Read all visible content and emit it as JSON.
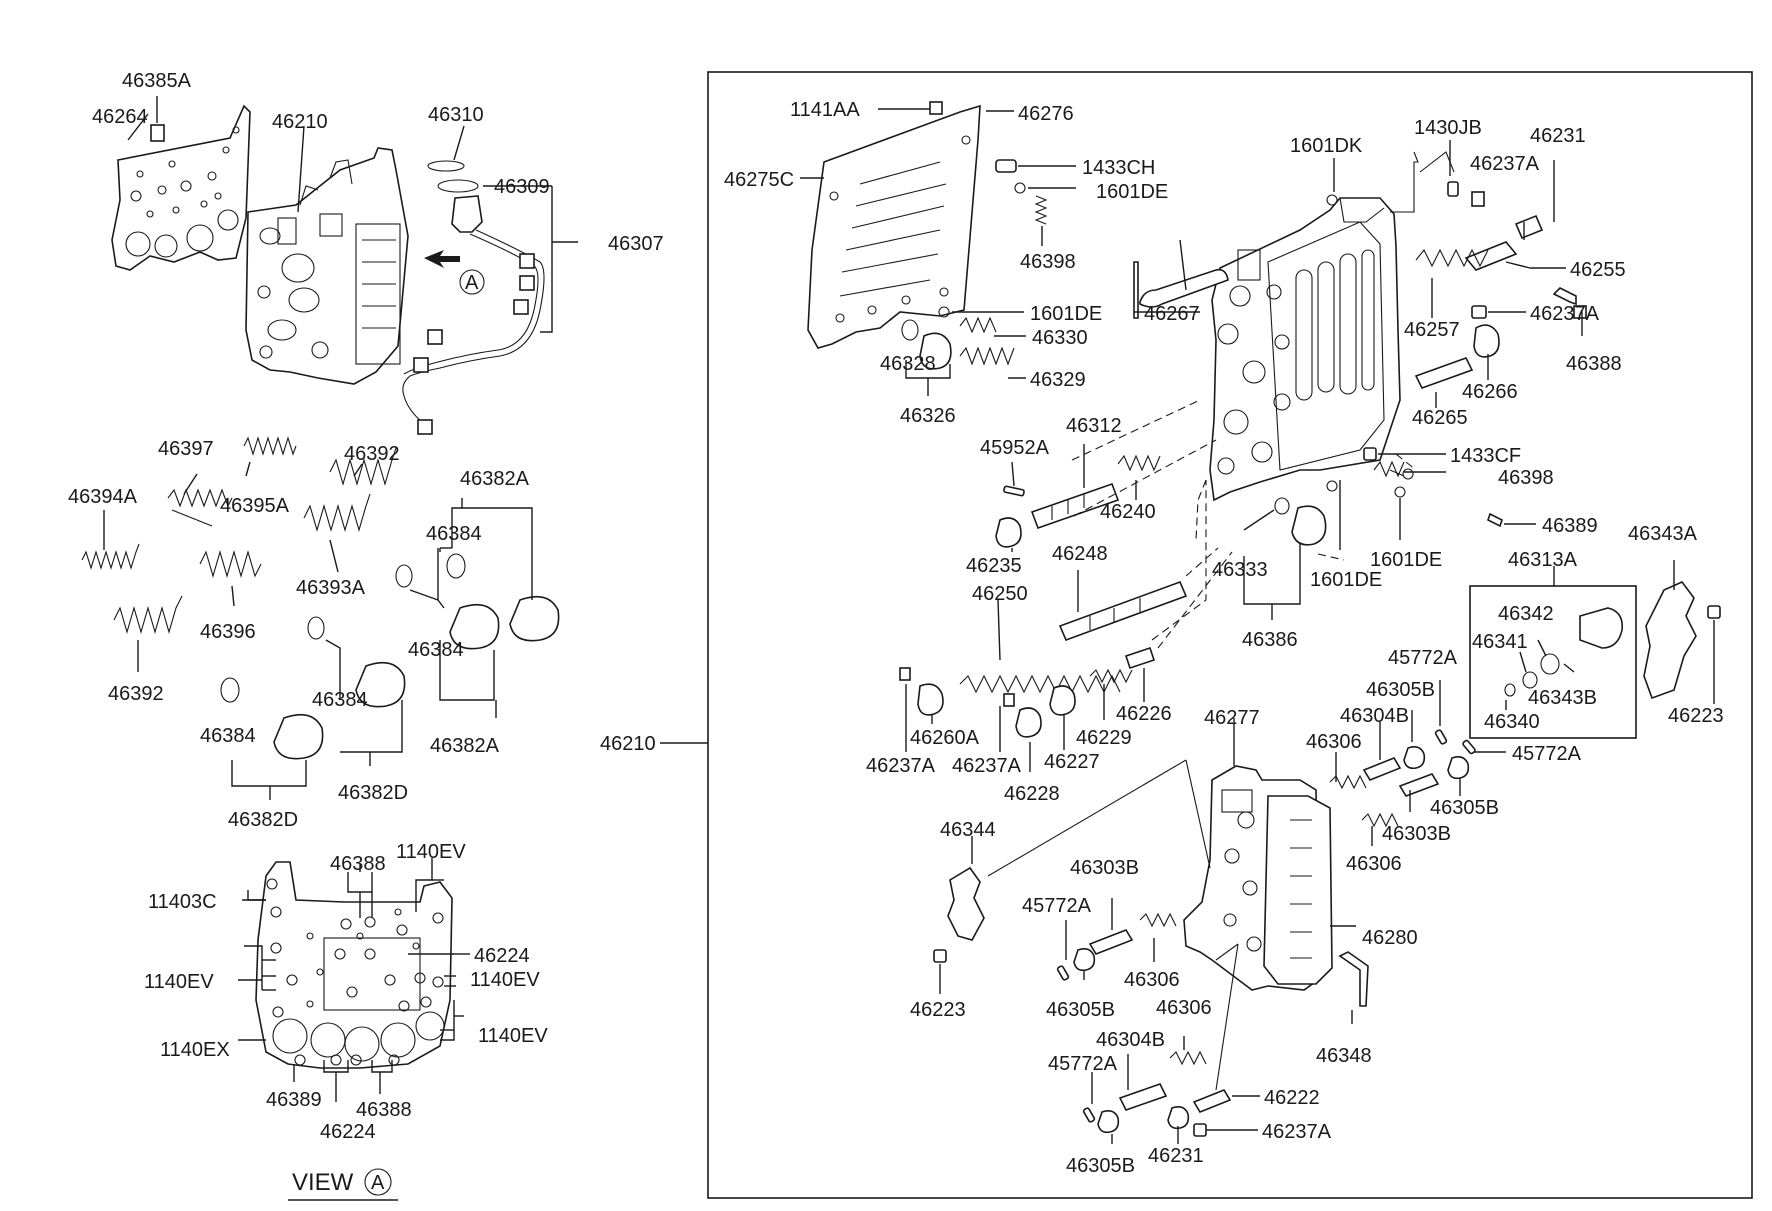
{
  "labels": {
    "p46385A": "46385A",
    "p46264": "46264",
    "p46210_top": "46210",
    "p46310": "46310",
    "p46309": "46309",
    "p46307": "46307",
    "markA": "A",
    "p46397": "46397",
    "p46395A": "46395A",
    "p46392_a": "46392",
    "p46382A_a": "46382A",
    "p46394A": "46394A",
    "p46384_a": "46384",
    "p46393A": "46393A",
    "p46396": "46396",
    "p46384_b": "46384",
    "p46392_b": "46392",
    "p46384_c": "46384",
    "p46382A_b": "46382A",
    "p46384_d": "46384",
    "p46382D_a": "46382D",
    "p46382D_b": "46382D",
    "v46388_a": "46388",
    "v1140EV_a": "1140EV",
    "v11403C": "11403C",
    "v46224_a": "46224",
    "v1140EV_b": "1140EV",
    "v1140EV_c": "1140EV",
    "v1140EV_d": "1140EV",
    "v1140EX": "1140EX",
    "v46389": "46389",
    "v46388_b": "46388",
    "v46224_b": "46224",
    "view_title": "VIEW",
    "r1141AA": "1141AA",
    "r46276": "46276",
    "r1433CH": "1433CH",
    "r1601DE_a": "1601DE",
    "r46275C": "46275C",
    "r1601DK": "1601DK",
    "r1430JB": "1430JB",
    "r46231_a": "46231",
    "r46237A_a": "46237A",
    "r46398_a": "46398",
    "r46255": "46255",
    "r1601DE_b": "1601DE",
    "r46267": "46267",
    "r46330": "46330",
    "r46237A_b": "46237A",
    "r46328": "46328",
    "r46329": "46329",
    "r46257": "46257",
    "r46388": "46388",
    "r46326": "46326",
    "r46266": "46266",
    "r46312": "46312",
    "r46265": "46265",
    "r45952A": "45952A",
    "r1433CF": "1433CF",
    "r46398_b": "46398",
    "r46240": "46240",
    "r46389": "46389",
    "r46343A": "46343A",
    "r46235": "46235",
    "r46248": "46248",
    "r46333": "46333",
    "r1601DE_c": "1601DE",
    "r46313A": "46313A",
    "r1601DE_d": "1601DE",
    "r46250": "46250",
    "r46342": "46342",
    "r46341": "46341",
    "r46386": "46386",
    "r45772A_a": "45772A",
    "r46343B": "46343B",
    "r46223_a": "46223",
    "r46340": "46340",
    "r46305B_a": "46305B",
    "r46226": "46226",
    "r46260A": "46260A",
    "r46229": "46229",
    "r46277": "46277",
    "r46304B_a": "46304B",
    "r46210": "46210",
    "r46306_a": "46306",
    "r45772A_b": "45772A",
    "r46237A_c": "46237A",
    "r46237A_d": "46237A",
    "r46227": "46227",
    "r46228": "46228",
    "r46305B_b": "46305B",
    "r46303B_a": "46303B",
    "r46344": "46344",
    "r46306_b": "46306",
    "r46303B_b": "46303B",
    "r45772A_c": "45772A",
    "r46280": "46280",
    "r46306_c": "46306",
    "r46223_b": "46223",
    "r46305B_c": "46305B",
    "r46306_d": "46306",
    "r46304B_b": "46304B",
    "r46348": "46348",
    "r45772A_d": "45772A",
    "r46222": "46222",
    "r46237A_e": "46237A",
    "r46305B_d": "46305B",
    "r46231_b": "46231"
  }
}
